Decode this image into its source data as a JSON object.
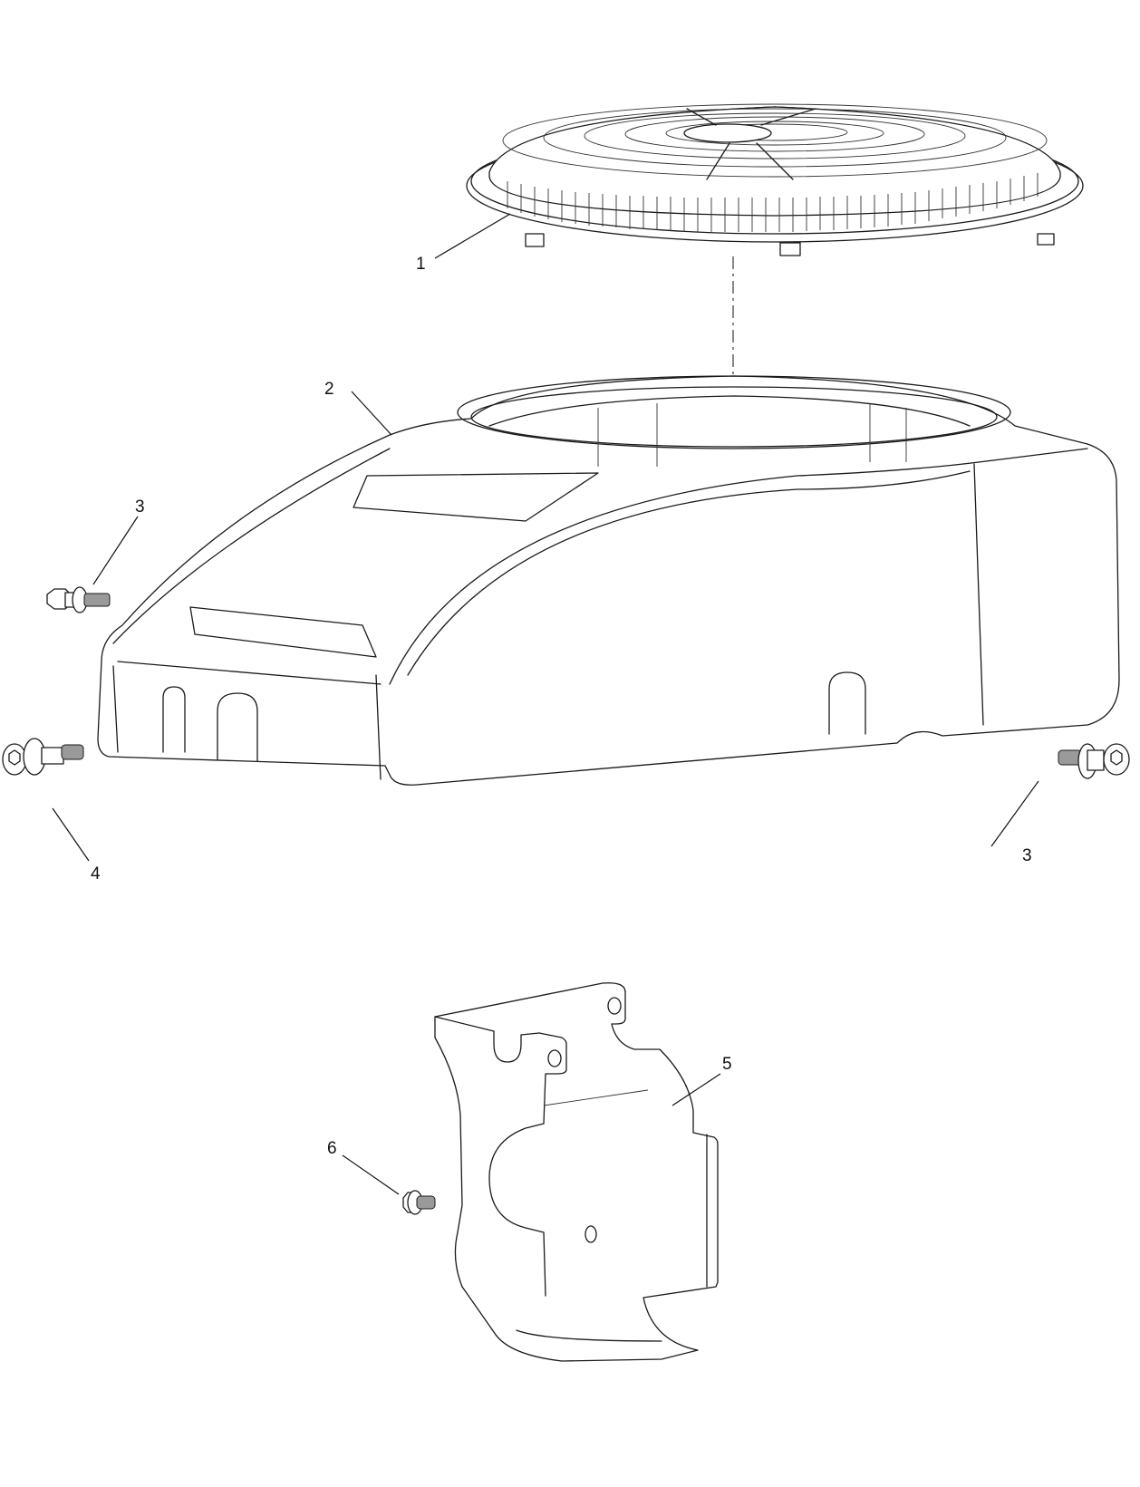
{
  "diagram": {
    "type": "exploded-parts-view",
    "callouts": [
      {
        "id": "c1",
        "label": "1",
        "part": "blower-housing-screen"
      },
      {
        "id": "c2",
        "label": "2",
        "part": "blower-housing-shroud"
      },
      {
        "id": "c3a",
        "label": "3",
        "part": "screw-left"
      },
      {
        "id": "c3b",
        "label": "3",
        "part": "screw-right"
      },
      {
        "id": "c4",
        "label": "4",
        "part": "shoulder-screw"
      },
      {
        "id": "c5",
        "label": "5",
        "part": "heat-shield-bracket"
      },
      {
        "id": "c6",
        "label": "6",
        "part": "flange-screw"
      }
    ]
  }
}
